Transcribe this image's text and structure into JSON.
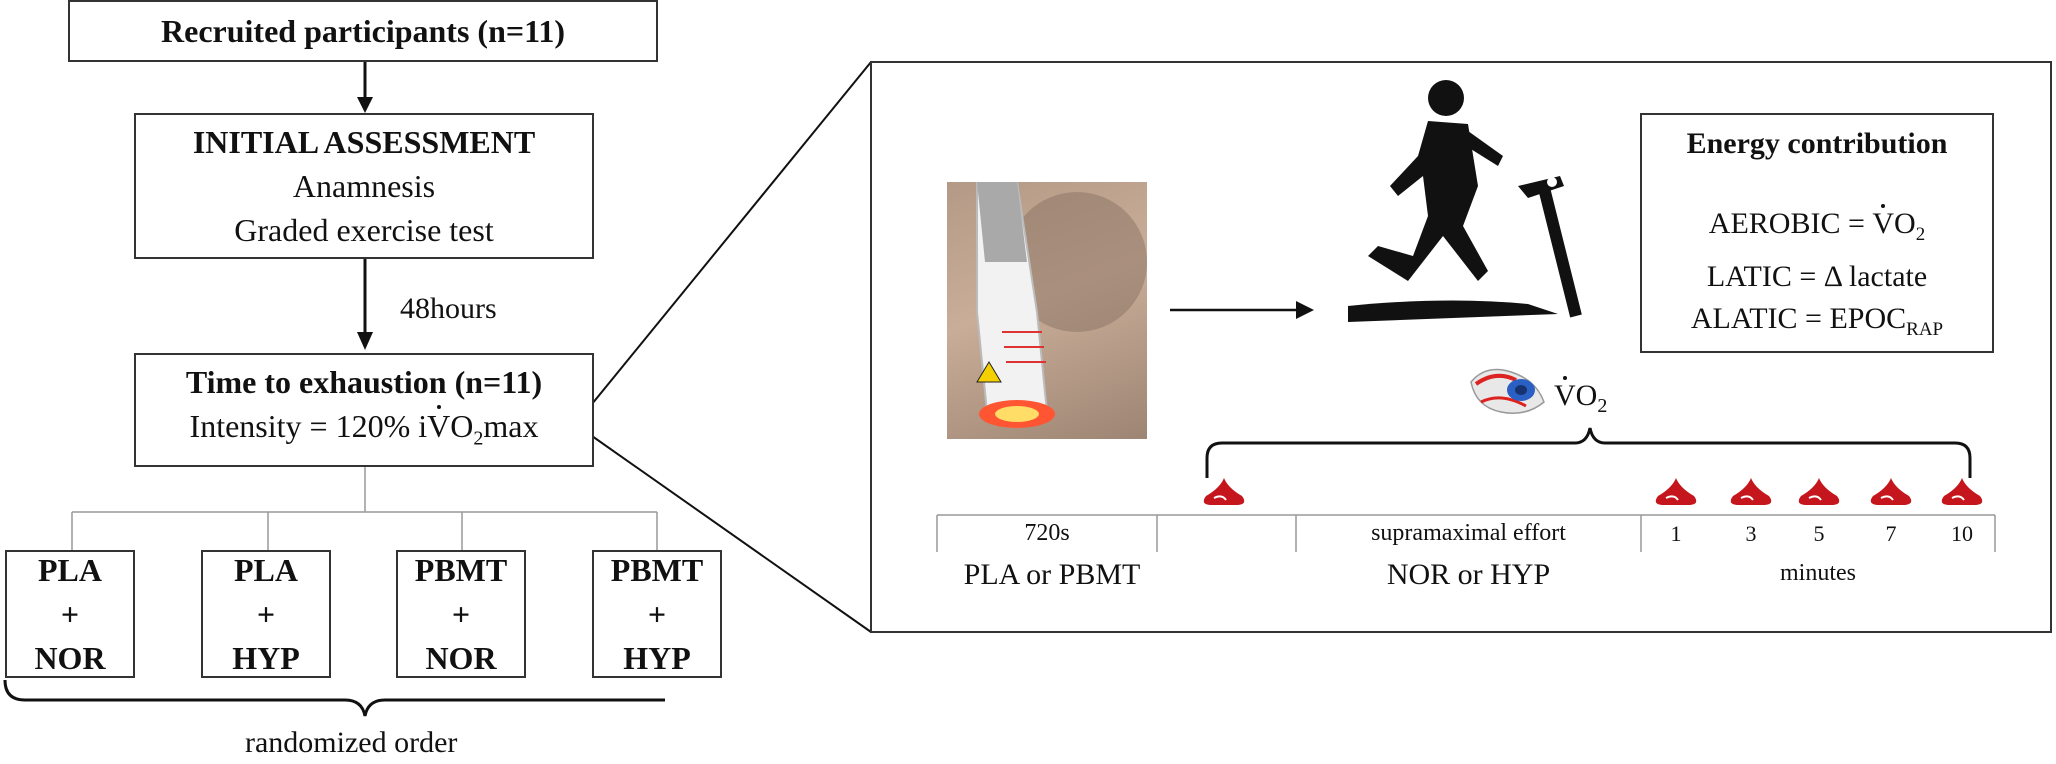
{
  "flow": {
    "recruited": "Recruited participants (n=11)",
    "initial_title": "INITIAL ASSESSMENT",
    "initial_line1": "Anamnesis",
    "initial_line2": "Graded exercise test",
    "gap_label": "48hours",
    "tte_title": "Time to exhaustion (n=11)",
    "tte_pre": "Intensity = 120% i",
    "tte_v": "V",
    "tte_o": "O",
    "tte_sub": "2",
    "tte_post": "max",
    "groups": [
      {
        "top": "PLA",
        "plus": "+",
        "bottom": "NOR"
      },
      {
        "top": "PLA",
        "plus": "+",
        "bottom": "HYP"
      },
      {
        "top": "PBMT",
        "plus": "+",
        "bottom": "NOR"
      },
      {
        "top": "PBMT",
        "plus": "+",
        "bottom": "HYP"
      }
    ],
    "randomized": "randomized order"
  },
  "energy": {
    "title": "Energy contribution",
    "aerobic_pre": "AEROBIC = ",
    "aerobic_v": "V",
    "aerobic_o": "O",
    "aerobic_sub": "2",
    "latic": "LATIC = Δ lactate",
    "alatic_pre": "ALATIC = EPOC",
    "alatic_sub": "RAP"
  },
  "vo2": {
    "v": "V",
    "o": "O",
    "sub": "2"
  },
  "timeline": {
    "t720": "720s",
    "pla_or_pbmt": "PLA or PBMT",
    "supramax": "supramaximal effort",
    "nor_or_hyp": "NOR or HYP",
    "minutes": [
      "1",
      "3",
      "5",
      "7",
      "10"
    ],
    "minutes_label": "minutes"
  },
  "colors": {
    "blood": "#c4161c",
    "line": "#111111",
    "box_border": "#333333",
    "group_line": "#999999"
  }
}
